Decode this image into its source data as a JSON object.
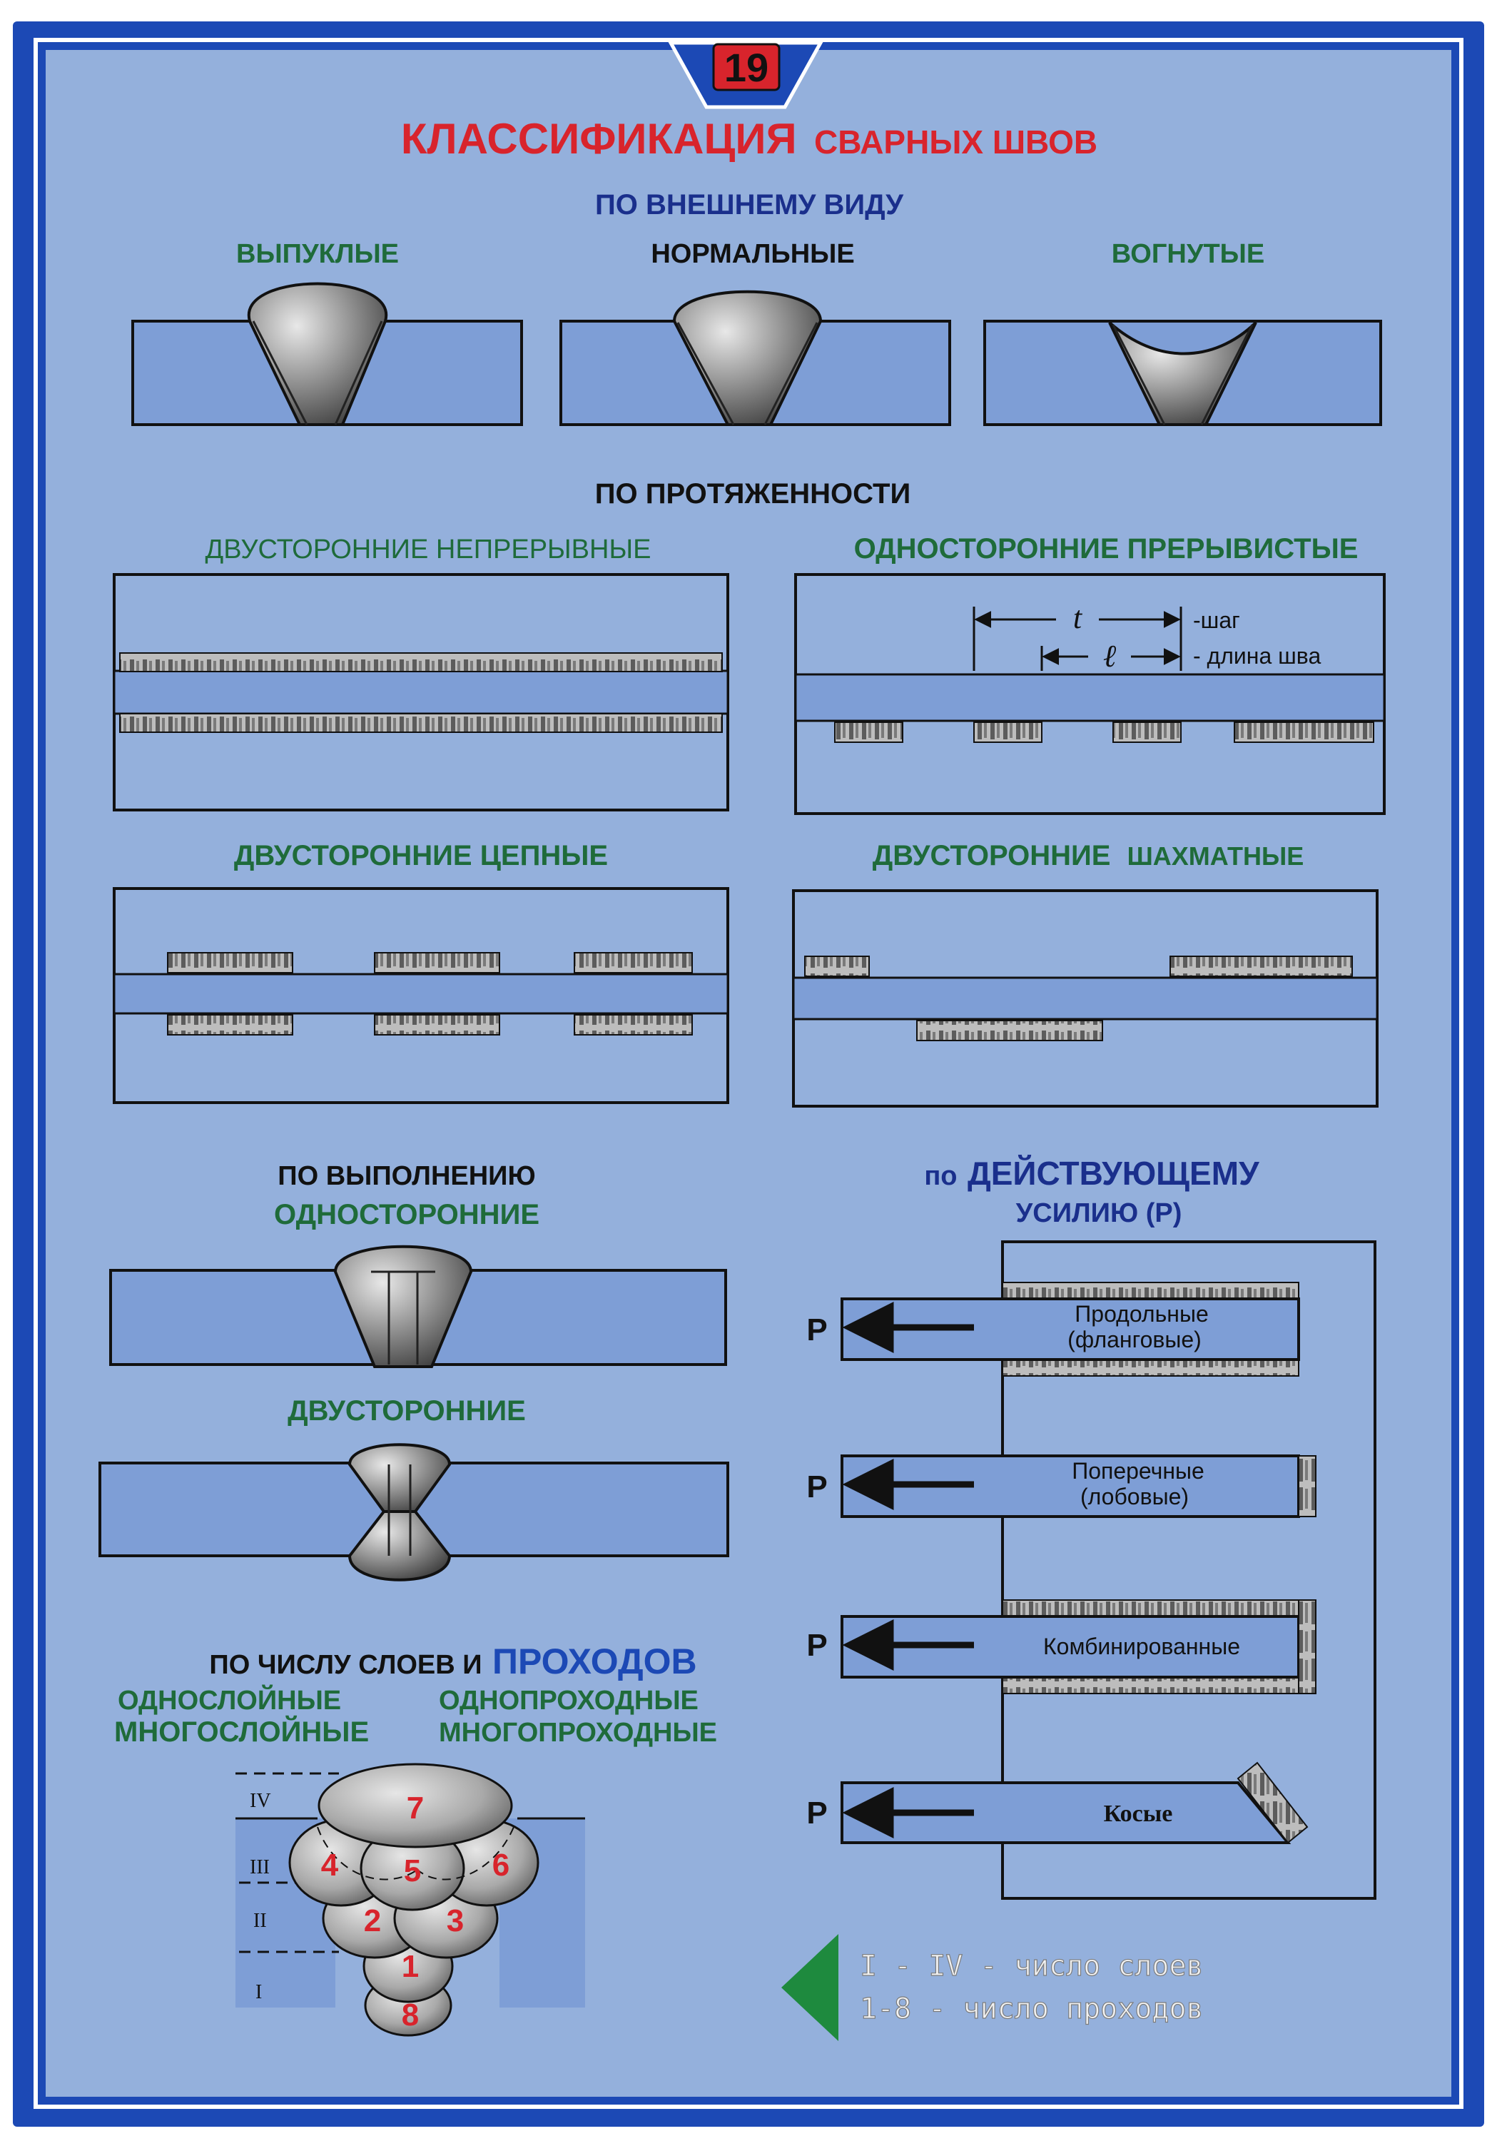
{
  "page_number": "19",
  "title": {
    "part1": "КЛАССИФИКАЦИЯ",
    "part2": "СВАРНЫХ ШВОВ"
  },
  "appearance": {
    "heading": "ПО ВНЕШНЕМУ ВИДУ",
    "convex": "ВЫПУКЛЫЕ",
    "normal": "НОРМАЛЬНЫЕ",
    "concave": "ВОГНУТЫЕ"
  },
  "length": {
    "heading": "ПО ПРОТЯЖЕННОСТИ",
    "double_continuous": "ДВУСТОРОННИЕ НЕПРЕРЫВНЫЕ",
    "single_intermittent": "ОДНОСТОРОННИЕ ПРЕРЫВИСТЫЕ",
    "double_chain": "ДВУСТОРОННИЕ ЦЕПНЫЕ",
    "double_staggered_a": "ДВУСТОРОННИЕ",
    "double_staggered_b": "ШАХМАТНЫЕ",
    "pitch_symbol": "t",
    "pitch_label": "-шаг",
    "length_symbol": "ℓ",
    "length_label": "- длина шва"
  },
  "execution": {
    "heading": "ПО ВЫПОЛНЕНИЮ",
    "one_sided": "ОДНОСТОРОННИЕ",
    "two_sided": "ДВУСТОРОННИЕ"
  },
  "force": {
    "heading_a": "по",
    "heading_b": "ДЕЙСТВУЮЩЕМУ",
    "heading_c": "УСИЛИЮ (Р)",
    "p": "Р",
    "longitudinal_1": "Продольные",
    "longitudinal_2": "(фланговые)",
    "transverse_1": "Поперечные",
    "transverse_2": "(лобовые)",
    "combined": "Комбинированные",
    "oblique": "Косые"
  },
  "layers": {
    "heading_a": "ПО ЧИСЛУ СЛОЕВ И",
    "heading_b": "ПРОХОДОВ",
    "single_layer": "ОДНОСЛОЙНЫЕ",
    "multi_layer": "МНОГОСЛОЙНЫЕ",
    "single_pass": "ОДНОПРОХОДНЫЕ",
    "multi_pass": "МНОГОПРОХОДНЫЕ",
    "roman": [
      "IV",
      "III",
      "II",
      "I"
    ],
    "passes": [
      "7",
      "4",
      "5",
      "6",
      "2",
      "3",
      "1",
      "8"
    ],
    "legend_1": "I - IV - число слоев",
    "legend_2": "1-8 - число проходов"
  },
  "colors": {
    "frame_blue": "#1c49b5",
    "panel_blue": "#94b0dc",
    "plate_blue": "#7e9ed6",
    "red": "#d8242c",
    "navy": "#1a2f8c",
    "green": "#1f6b3a",
    "legend_green": "#1e8a3e"
  }
}
